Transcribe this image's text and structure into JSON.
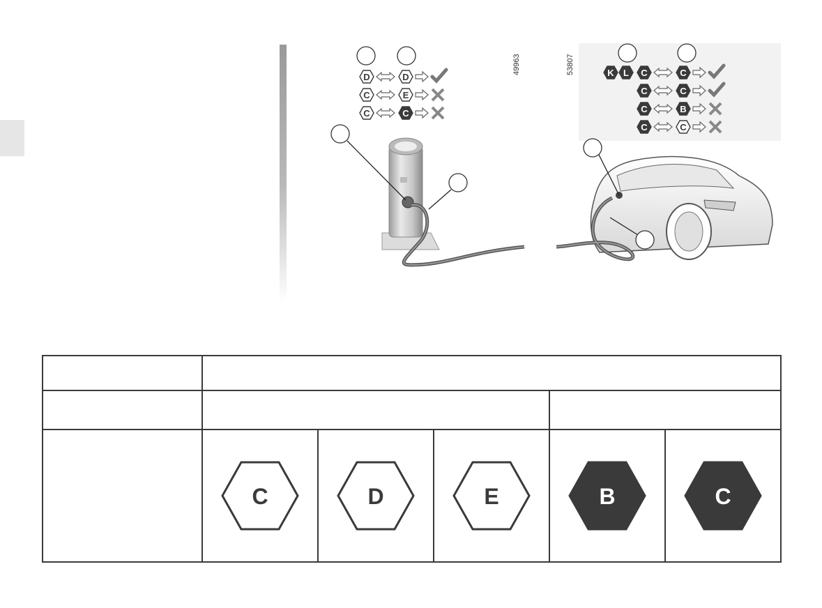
{
  "figures": {
    "left_code": "49963",
    "right_code": "53807",
    "station_rows": [
      {
        "a": "D",
        "b": "D",
        "result": "check-icon"
      },
      {
        "a": "C",
        "b": "E",
        "result": "cross-icon"
      },
      {
        "a": "C",
        "b": "C",
        "result": "cross-icon"
      }
    ],
    "car_rows": [
      {
        "a": "C",
        "b": "C",
        "result": "check-icon",
        "prefix": [
          "K",
          "L"
        ]
      },
      {
        "a": "C",
        "b": "C",
        "result": "check-icon"
      },
      {
        "a": "C",
        "b": "B",
        "result": "cross-icon"
      },
      {
        "a": "C",
        "b": "C",
        "result": "cross-icon"
      }
    ]
  },
  "table": {
    "hexagons": [
      {
        "letter": "C",
        "style": "outline"
      },
      {
        "letter": "D",
        "style": "outline"
      },
      {
        "letter": "E",
        "style": "outline"
      },
      {
        "letter": "B",
        "style": "filled"
      },
      {
        "letter": "C",
        "style": "filled"
      }
    ]
  },
  "colors": {
    "dark": "#3a3a3a",
    "divider": "#aaaaaa",
    "tab": "#e6e6e6"
  }
}
